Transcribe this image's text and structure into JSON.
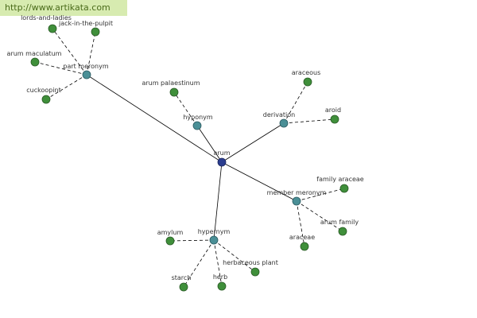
{
  "site_url": "http://www.artikata.com",
  "colors": {
    "root_node": "#2b3d8f",
    "relation_node": "#4a8f96",
    "leaf_node": "#3f8f3a",
    "edge": "#000000",
    "banner_bg": "#d7ebb0",
    "banner_text": "#4a6b1a"
  },
  "graph": {
    "root": "arum",
    "relations": [
      {
        "label": "part meronym",
        "items": [
          "lords-and-ladies",
          "jack-in-the-pulpit",
          "arum maculatum",
          "cuckoopint"
        ]
      },
      {
        "label": "hyponym",
        "items": [
          "arum palaestinum"
        ]
      },
      {
        "label": "derivation",
        "items": [
          "araceous",
          "aroid"
        ]
      },
      {
        "label": "member meronym",
        "items": [
          "family araceae",
          "arum family",
          "araceae"
        ]
      },
      {
        "label": "hypernym",
        "items": [
          "amylum",
          "starch",
          "herb",
          "herbaceous plant"
        ]
      }
    ]
  }
}
